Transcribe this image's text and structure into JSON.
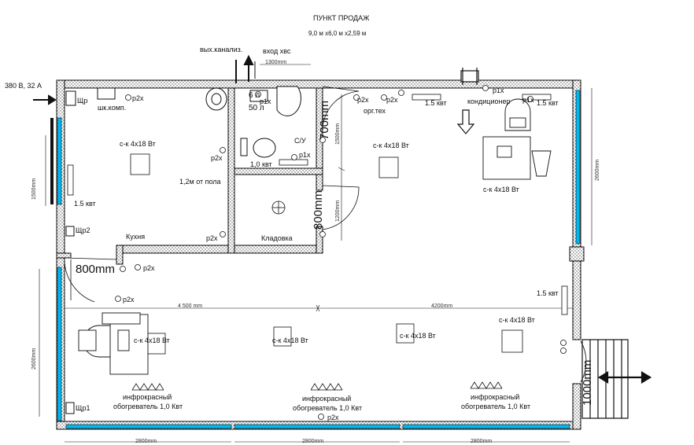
{
  "header": {
    "title": "ПУНКТ ПРОДАЖ",
    "size": "9,0 м х6,0 м х2,59 м"
  },
  "inputs": {
    "power": "380 В, 32 А",
    "sewer": "вых.канализ.",
    "water": "вход хвс",
    "water_dim": "1300mm"
  },
  "rooms": {
    "kitchen": "Кухня",
    "storage": "Кладовка",
    "wc": "С/У"
  },
  "labels": {
    "panel_main": "Щр",
    "cabinet": "шк.комп.",
    "panel2": "Щр2",
    "panel1": "Щр1",
    "boiler_a": "6 л",
    "boiler_b": "50 л",
    "kw1": "1,0 квт",
    "height_note": "1,2м от пола",
    "orgtech": "орг.тех",
    "aircon": "кондиционер"
  },
  "sockets": {
    "p2x": "р2х",
    "p1x": "р1х"
  },
  "lights": {
    "label": "с-к 4х18 Вт"
  },
  "heaters": {
    "kw": "1.5 квт",
    "ir_line1": "инфрокрасный",
    "ir_line2": "обогреватель 1,0 Квт"
  },
  "doors": {
    "d800": "800mm",
    "d700": "700mm",
    "d1000": "1000mm"
  },
  "dimensions": {
    "d1500": "1500mm",
    "d2800": "2800mm",
    "d2600": "2600mm",
    "d4500": "4 500 mm",
    "d4200": "4200mm",
    "d1200": "1200mm"
  }
}
